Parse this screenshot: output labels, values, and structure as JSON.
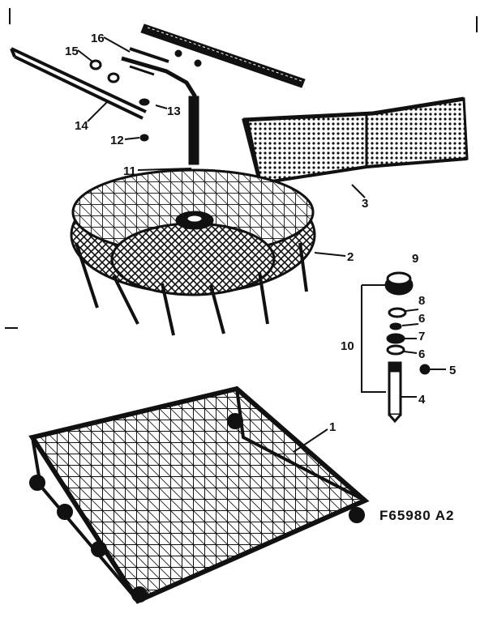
{
  "figure_code": "F65980 A2",
  "colors": {
    "ink": "#111111",
    "paper": "#ffffff"
  },
  "parts": [
    {
      "id": "rack-lower",
      "number": "1"
    },
    {
      "id": "basket-round",
      "number": "2"
    },
    {
      "id": "basket-cutlery",
      "number": "3"
    },
    {
      "id": "spindle",
      "number": "4"
    },
    {
      "id": "bearing-small",
      "number": "5"
    },
    {
      "id": "washer-lower",
      "number": "6"
    },
    {
      "id": "seal",
      "number": "7"
    },
    {
      "id": "spring-clip",
      "number": "8"
    },
    {
      "id": "washer-upper",
      "number": "6"
    },
    {
      "id": "cap-hub",
      "number": "9"
    },
    {
      "id": "spindle-assembly",
      "number": "10"
    },
    {
      "id": "post",
      "number": "11"
    },
    {
      "id": "screw",
      "number": "12"
    },
    {
      "id": "clip",
      "number": "13"
    },
    {
      "id": "rail",
      "number": "14"
    },
    {
      "id": "nut",
      "number": "15"
    },
    {
      "id": "bracket",
      "number": "16"
    }
  ]
}
